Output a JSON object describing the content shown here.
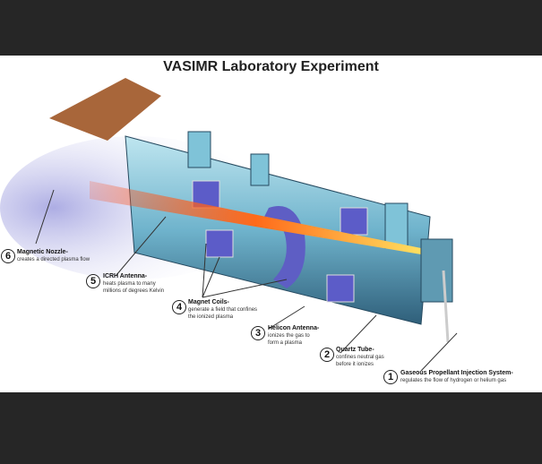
{
  "title": "VASIMR Laboratory Experiment",
  "callouts": [
    {
      "num": "1",
      "name": "Gaseous Propellant Injection System-",
      "desc": "regulates the flow of hydrogen or helium gas"
    },
    {
      "num": "2",
      "name": "Quartz Tube-",
      "desc": "confines neutral gas before it ionizes"
    },
    {
      "num": "3",
      "name": "Helicon Antenna-",
      "desc": "ionizes the gas to form a plasma"
    },
    {
      "num": "4",
      "name": "Magnet Coils-",
      "desc": "generate a field that confines the ionized plasma"
    },
    {
      "num": "5",
      "name": "ICRH Antenna-",
      "desc": "heats plasma to many millions of degrees Kelvin"
    },
    {
      "num": "6",
      "name": "Magnetic Nozzle-",
      "desc": "creates a directed plasma flow"
    }
  ]
}
